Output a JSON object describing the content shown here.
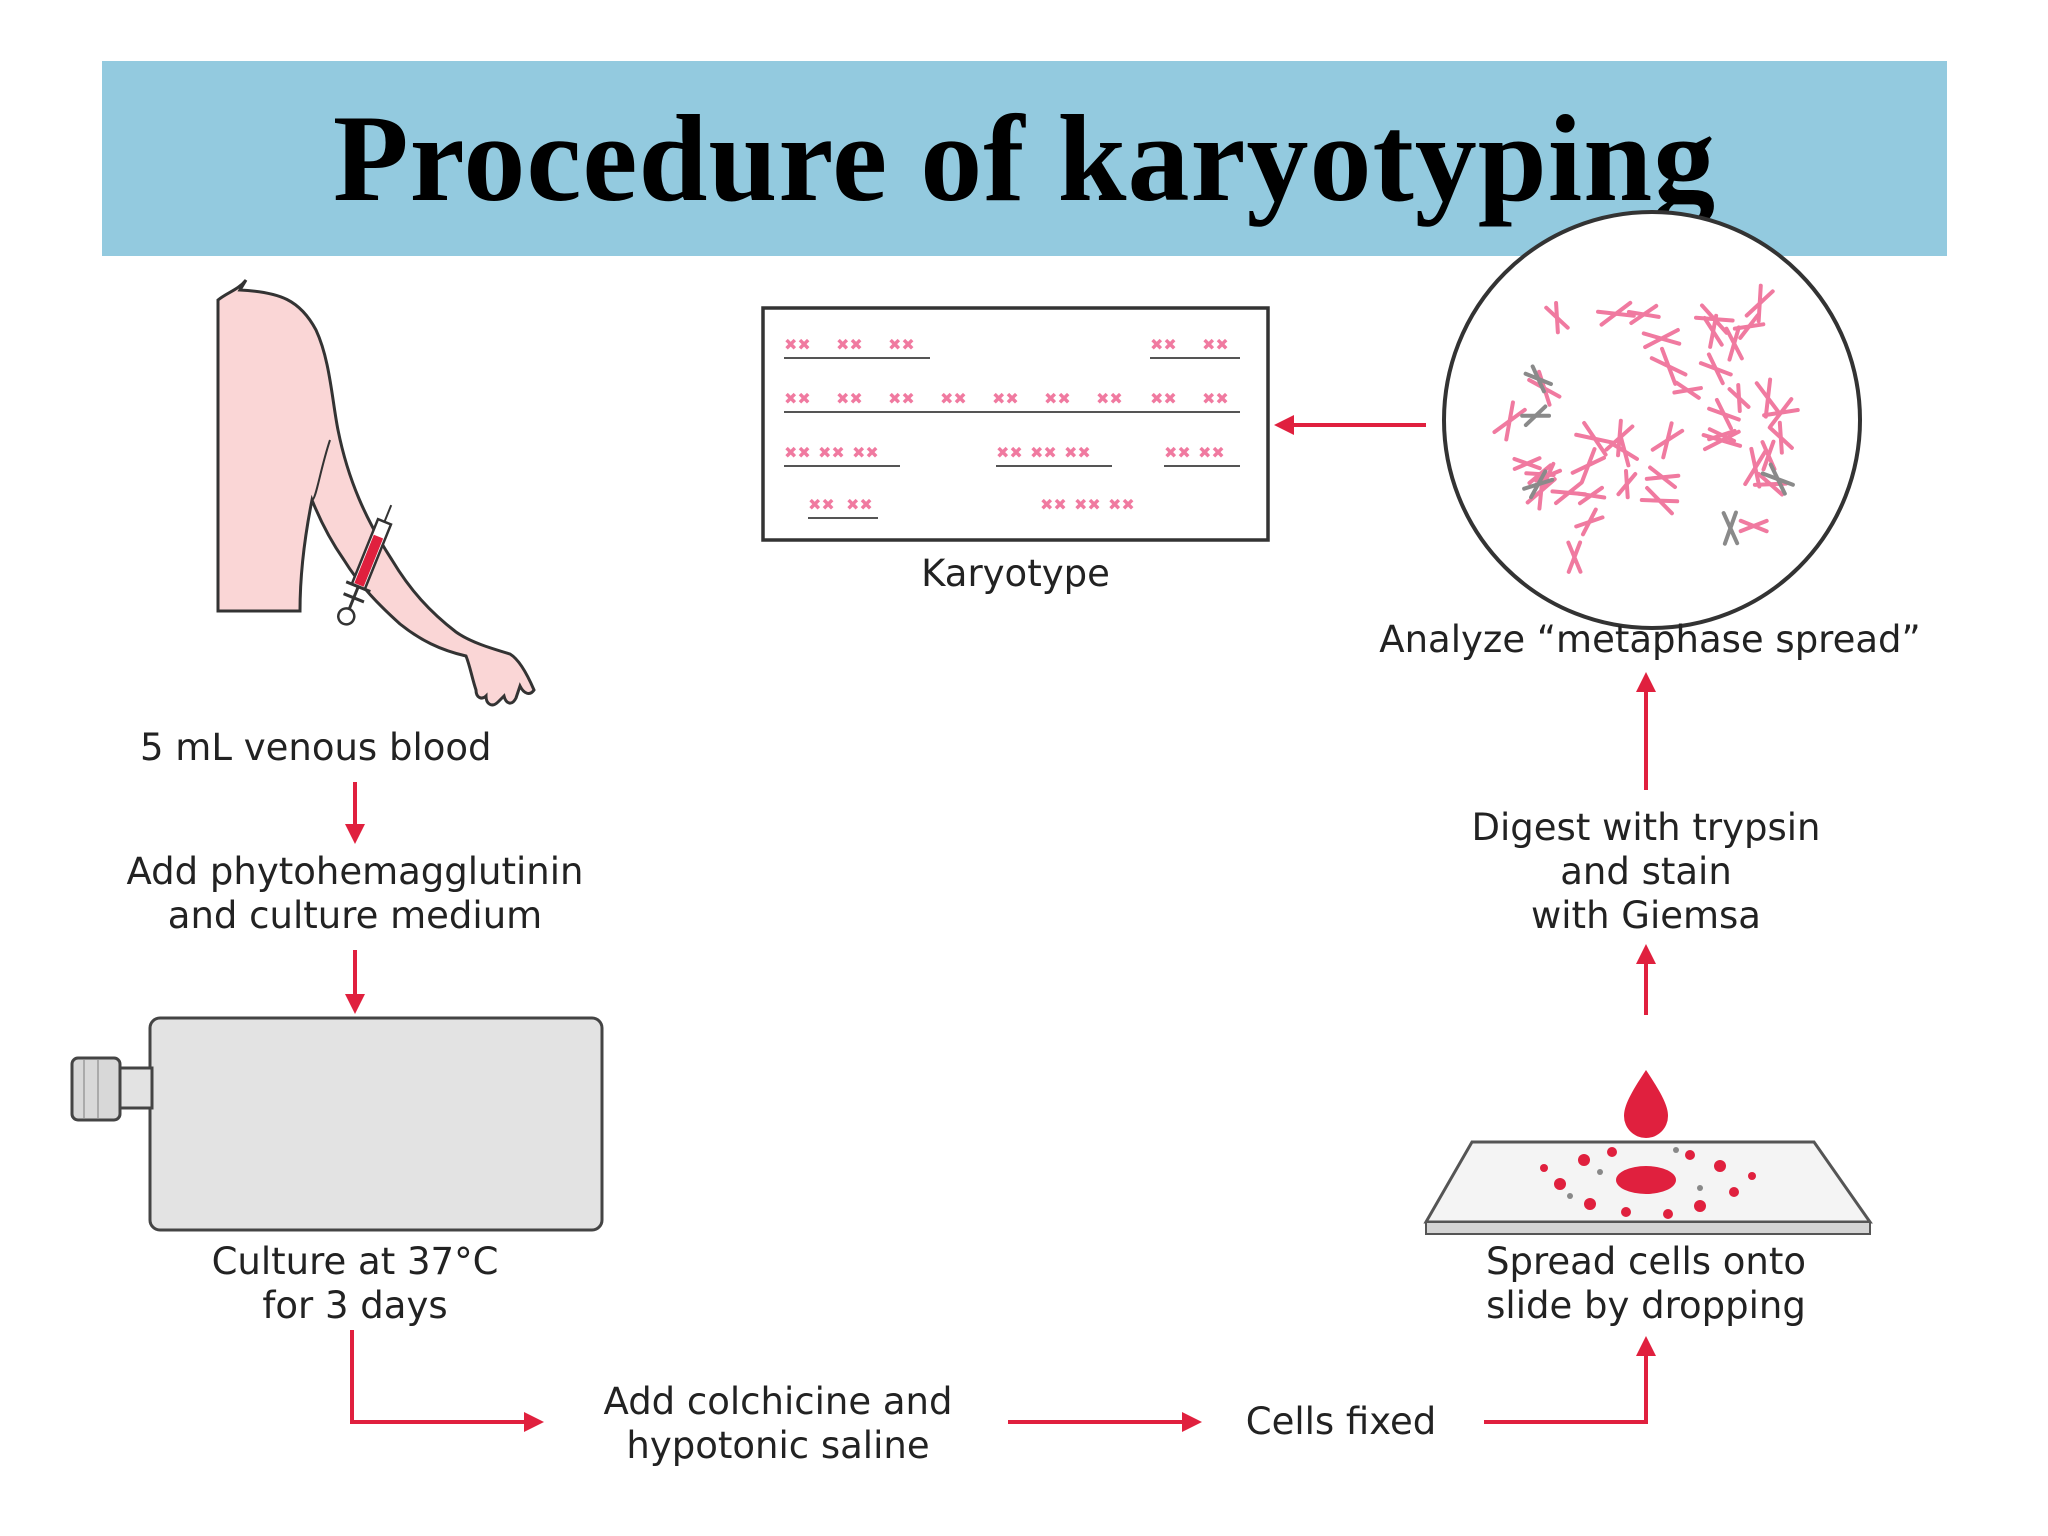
{
  "title": "Procedure of karyotyping",
  "colors": {
    "banner": "#93cadf",
    "arrow": "#e0203e",
    "chromosome": "#f07aa0",
    "skin": "#fad6d6",
    "flask": "#e3e3e3"
  },
  "steps": {
    "blood": "5 mL venous blood",
    "phyto_line1": "Add phytohemagglutinin",
    "phyto_line2": "and culture medium",
    "culture_line1": "Culture at 37°C",
    "culture_line2": "for 3 days",
    "colchicine_line1": "Add colchicine and",
    "colchicine_line2": "hypotonic saline",
    "fixed": "Cells fixed",
    "spread_line1": "Spread cells onto",
    "spread_line2": "slide by dropping",
    "digest_line1": "Digest with trypsin",
    "digest_line2": "and stain",
    "digest_line3": "with Giemsa",
    "analyze": "Analyze “metaphase spread”",
    "karyotype": "Karyotype"
  },
  "icons": [
    "arm-syringe-icon",
    "culture-flask-icon",
    "slide-drop-icon",
    "metaphase-spread-icon",
    "karyotype-chart-icon"
  ]
}
